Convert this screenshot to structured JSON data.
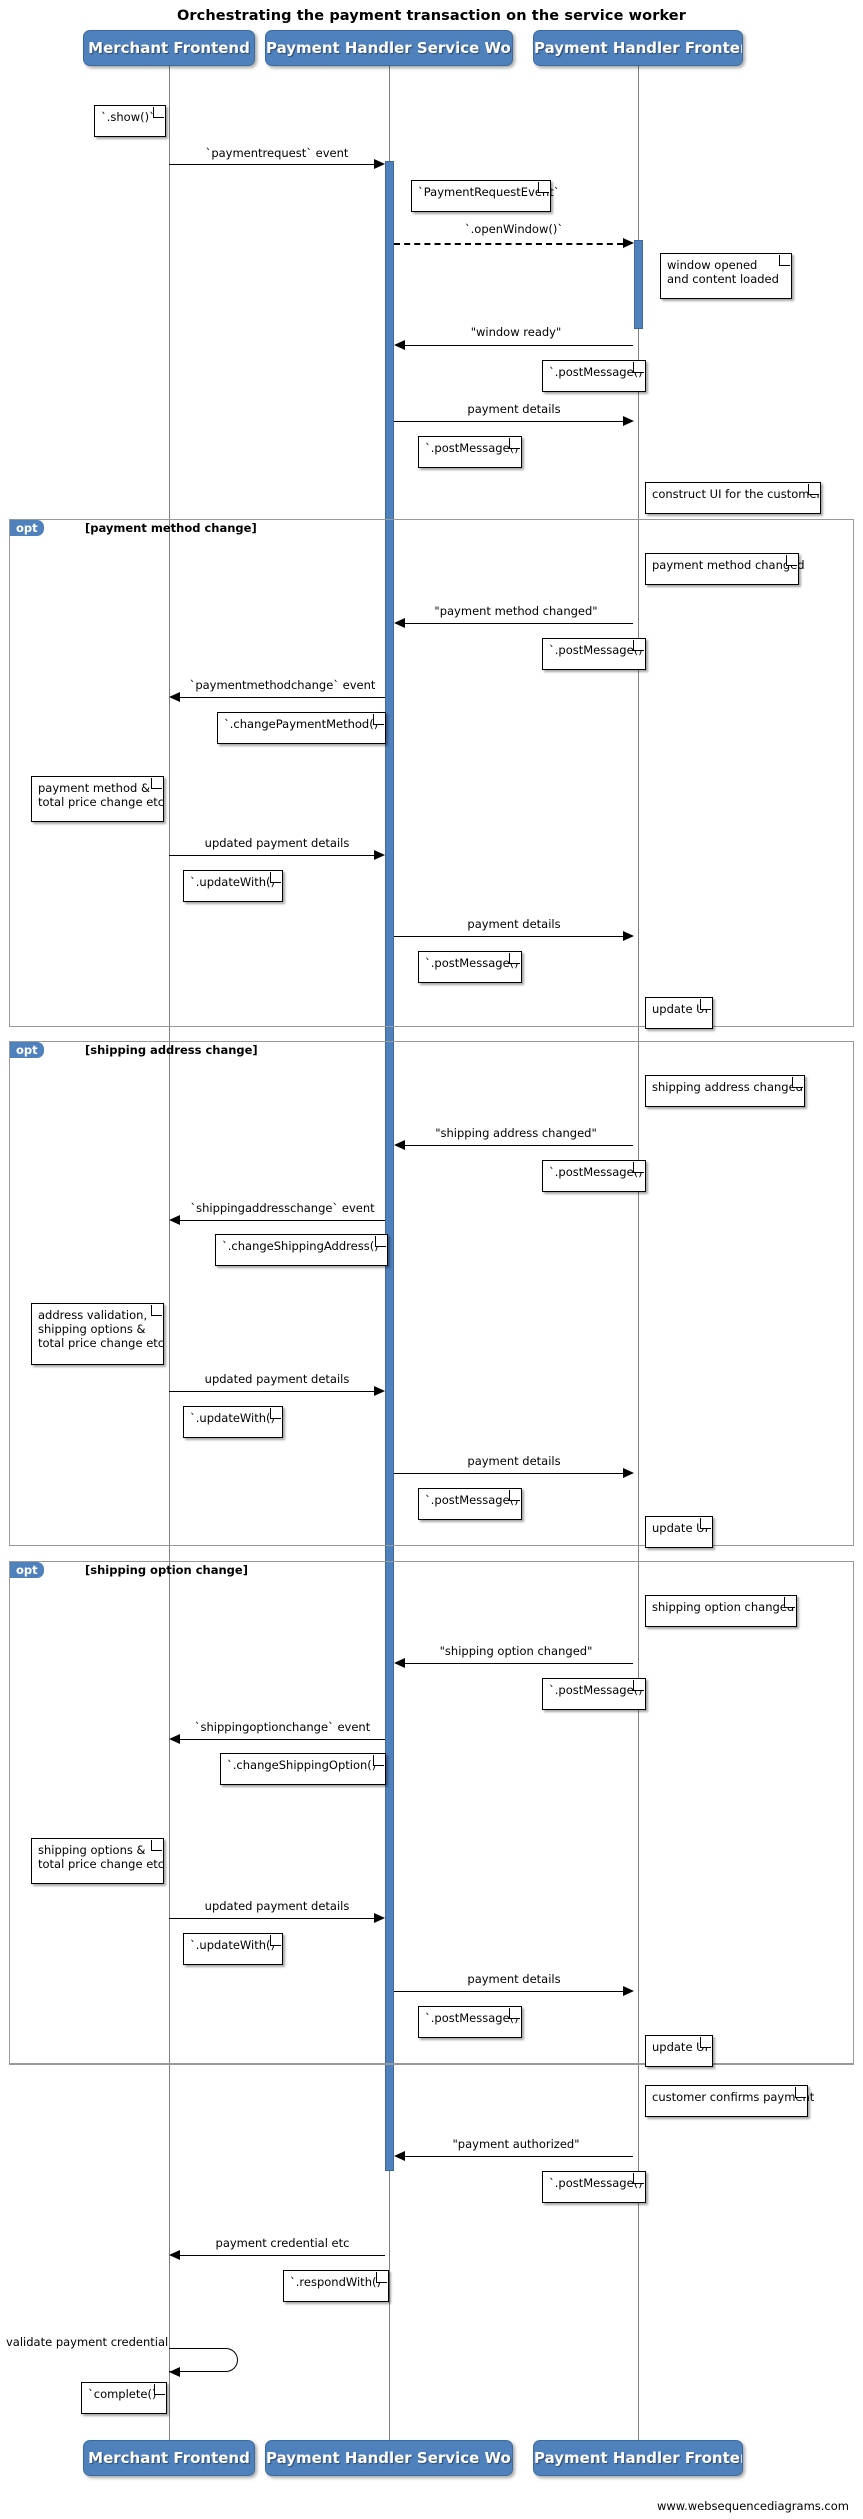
{
  "title": "Orchestrating the payment transaction on the service worker",
  "footer": "www.websequencediagrams.com",
  "theme": {
    "actor_fill": "#4F81BD",
    "actor_text": "#FFFFFF",
    "activation_fill": "#4F81BD",
    "line": "#000000",
    "fragment_border": "#999999",
    "note_fill": "#FFFFFF",
    "background": "#FFFFFF"
  },
  "actors": [
    {
      "id": "merchant",
      "label": "Merchant Frontend"
    },
    {
      "id": "sw",
      "label": "Payment Handler Service Worker"
    },
    {
      "id": "handler",
      "label": "Payment Handler Frontend"
    }
  ],
  "actors_bottom": [
    {
      "id": "merchant",
      "label": "Merchant Frontend"
    },
    {
      "id": "sw",
      "label": "Payment Handler Service Worker"
    },
    {
      "id": "handler",
      "label": "Payment Handler Frontend"
    }
  ],
  "fragments": [
    {
      "id": "opt-payment-method",
      "kind": "opt",
      "condition": "[payment method change]"
    },
    {
      "id": "opt-shipping-address",
      "kind": "opt",
      "condition": "[shipping address change]"
    },
    {
      "id": "opt-shipping-option",
      "kind": "opt",
      "condition": "[shipping option change]"
    }
  ],
  "messages": [
    {
      "id": "m1",
      "label": "`paymentrequest` event",
      "from": "merchant",
      "to": "sw",
      "style": "solid"
    },
    {
      "id": "m2",
      "label": "`.openWindow()`",
      "from": "sw",
      "to": "handler",
      "style": "dashed"
    },
    {
      "id": "m3",
      "label": "\"window ready\"",
      "from": "handler",
      "to": "sw",
      "style": "solid"
    },
    {
      "id": "m4",
      "label": "payment details",
      "from": "sw",
      "to": "handler",
      "style": "solid"
    },
    {
      "id": "m5",
      "label": "\"payment method changed\"",
      "from": "handler",
      "to": "sw",
      "style": "solid"
    },
    {
      "id": "m6",
      "label": "`paymentmethodchange` event",
      "from": "sw",
      "to": "merchant",
      "style": "solid"
    },
    {
      "id": "m7",
      "label": "updated payment details",
      "from": "merchant",
      "to": "sw",
      "style": "solid"
    },
    {
      "id": "m8",
      "label": "payment details",
      "from": "sw",
      "to": "handler",
      "style": "solid"
    },
    {
      "id": "m9",
      "label": "\"shipping address changed\"",
      "from": "handler",
      "to": "sw",
      "style": "solid"
    },
    {
      "id": "m10",
      "label": "`shippingaddresschange` event",
      "from": "sw",
      "to": "merchant",
      "style": "solid"
    },
    {
      "id": "m11",
      "label": "updated payment details",
      "from": "merchant",
      "to": "sw",
      "style": "solid"
    },
    {
      "id": "m12",
      "label": "payment details",
      "from": "sw",
      "to": "handler",
      "style": "solid"
    },
    {
      "id": "m13",
      "label": "\"shipping option changed\"",
      "from": "handler",
      "to": "sw",
      "style": "solid"
    },
    {
      "id": "m14",
      "label": "`shippingoptionchange` event",
      "from": "sw",
      "to": "merchant",
      "style": "solid"
    },
    {
      "id": "m15",
      "label": "updated payment details",
      "from": "merchant",
      "to": "sw",
      "style": "solid"
    },
    {
      "id": "m16",
      "label": "payment details",
      "from": "sw",
      "to": "handler",
      "style": "solid"
    },
    {
      "id": "m17",
      "label": "\"payment authorized\"",
      "from": "handler",
      "to": "sw",
      "style": "solid"
    },
    {
      "id": "m18",
      "label": "payment credential etc",
      "from": "sw",
      "to": "merchant",
      "style": "solid"
    },
    {
      "id": "m19",
      "label": "validate payment credential",
      "from": "merchant",
      "to": "merchant",
      "style": "self"
    }
  ],
  "notes": [
    {
      "id": "n1",
      "text": "`.show()`"
    },
    {
      "id": "n2",
      "text": "`PaymentRequestEvent`"
    },
    {
      "id": "n3",
      "text": "window opened\nand content loaded"
    },
    {
      "id": "n4",
      "text": "`.postMessage()`"
    },
    {
      "id": "n5",
      "text": "`.postMessage()`"
    },
    {
      "id": "n6",
      "text": "construct UI for the customer"
    },
    {
      "id": "n7",
      "text": "payment method changed"
    },
    {
      "id": "n8",
      "text": "`.postMessage()`"
    },
    {
      "id": "n9",
      "text": "`.changePaymentMethod()`"
    },
    {
      "id": "n10",
      "text": "payment method &\ntotal price change etc"
    },
    {
      "id": "n11",
      "text": "`.updateWith()`"
    },
    {
      "id": "n12",
      "text": "`.postMessage()`"
    },
    {
      "id": "n13",
      "text": "update UI"
    },
    {
      "id": "n14",
      "text": "shipping address changed"
    },
    {
      "id": "n15",
      "text": "`.postMessage()`"
    },
    {
      "id": "n16",
      "text": "`.changeShippingAddress()`"
    },
    {
      "id": "n17",
      "text": "address validation,\nshipping options &\ntotal price change etc"
    },
    {
      "id": "n18",
      "text": "`.updateWith()`"
    },
    {
      "id": "n19",
      "text": "`.postMessage()`"
    },
    {
      "id": "n20",
      "text": "update UI"
    },
    {
      "id": "n21",
      "text": "shipping option changed"
    },
    {
      "id": "n22",
      "text": "`.postMessage()`"
    },
    {
      "id": "n23",
      "text": "`.changeShippingOption()`"
    },
    {
      "id": "n24",
      "text": "shipping options &\ntotal price change etc"
    },
    {
      "id": "n25",
      "text": "`.updateWith()`"
    },
    {
      "id": "n26",
      "text": "`.postMessage()`"
    },
    {
      "id": "n27",
      "text": "update UI"
    },
    {
      "id": "n28",
      "text": "customer confirms payment"
    },
    {
      "id": "n29",
      "text": "`.postMessage()`"
    },
    {
      "id": "n30",
      "text": "`.respondWith()`"
    },
    {
      "id": "n31",
      "text": "`complete()`"
    }
  ]
}
